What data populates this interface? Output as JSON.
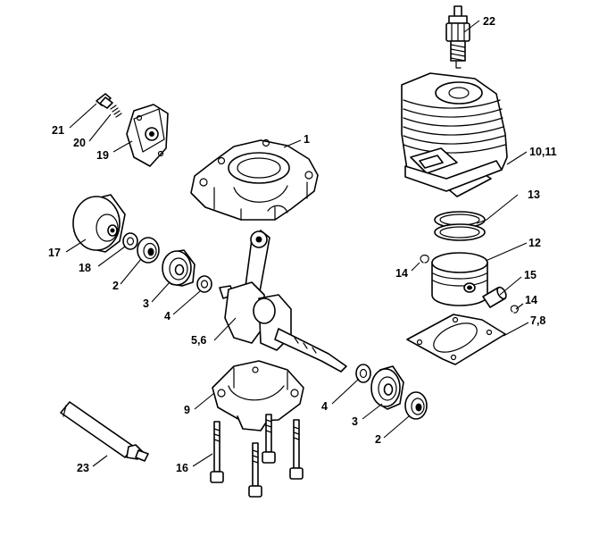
{
  "callouts": [
    {
      "id": "c22",
      "text": "22"
    },
    {
      "id": "c21",
      "text": "21"
    },
    {
      "id": "c20",
      "text": "20"
    },
    {
      "id": "c19",
      "text": "19"
    },
    {
      "id": "c1",
      "text": "1"
    },
    {
      "id": "c1011",
      "text": "10,11"
    },
    {
      "id": "c13",
      "text": "13"
    },
    {
      "id": "c12",
      "text": "12"
    },
    {
      "id": "c17",
      "text": "17"
    },
    {
      "id": "c18",
      "text": "18"
    },
    {
      "id": "c2a",
      "text": "2"
    },
    {
      "id": "c3a",
      "text": "3"
    },
    {
      "id": "c4a",
      "text": "4"
    },
    {
      "id": "c14a",
      "text": "14"
    },
    {
      "id": "c15",
      "text": "15"
    },
    {
      "id": "c14b",
      "text": "14"
    },
    {
      "id": "c78",
      "text": "7,8"
    },
    {
      "id": "c56",
      "text": "5,6"
    },
    {
      "id": "c9",
      "text": "9"
    },
    {
      "id": "c4b",
      "text": "4"
    },
    {
      "id": "c3b",
      "text": "3"
    },
    {
      "id": "c2b",
      "text": "2"
    },
    {
      "id": "c16",
      "text": "16"
    },
    {
      "id": "c23",
      "text": "23"
    }
  ]
}
